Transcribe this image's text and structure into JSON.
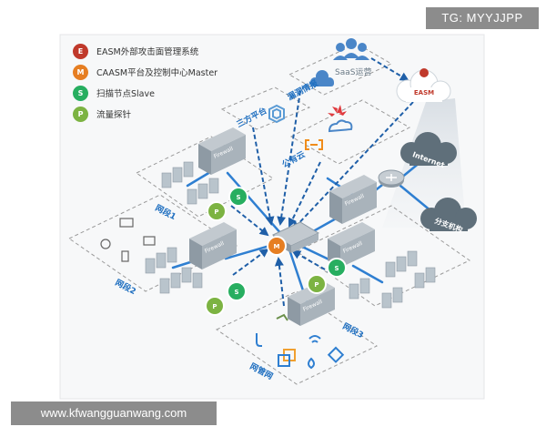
{
  "watermark": {
    "badge": "TG: MYYJJPP",
    "url": "www.kfwangguanwang.com"
  },
  "legend": [
    {
      "letter": "E",
      "label": "EASM外部攻击面管理系统",
      "color": "#c0392b"
    },
    {
      "letter": "M",
      "label": "CAASM平台及控制中心Master",
      "color": "#e67e22"
    },
    {
      "letter": "S",
      "label": "扫描节点Slave",
      "color": "#27ae60"
    },
    {
      "letter": "P",
      "label": "流量探针",
      "color": "#7cb342"
    }
  ],
  "labels": {
    "saas": "SaaS运营",
    "easm": "EASM",
    "vuln_intel": "漏洞情报",
    "third_party": "三方平台",
    "public_cloud": "公有云",
    "internet": "Internet",
    "branch": "分支机构",
    "zone1": "网段1",
    "zone2": "网段2",
    "zone3": "网段3",
    "terminal_net": "网管网",
    "firewall": "Firewall",
    "master_letter": "M",
    "slave_letter": "S",
    "probe_letter": "P"
  },
  "colors": {
    "line": "#2f7fd1",
    "dash": "#1f5fa8",
    "zone_border": "#999999",
    "label_blue": "#1f6fc0",
    "cloud": "#5f6f7a"
  }
}
